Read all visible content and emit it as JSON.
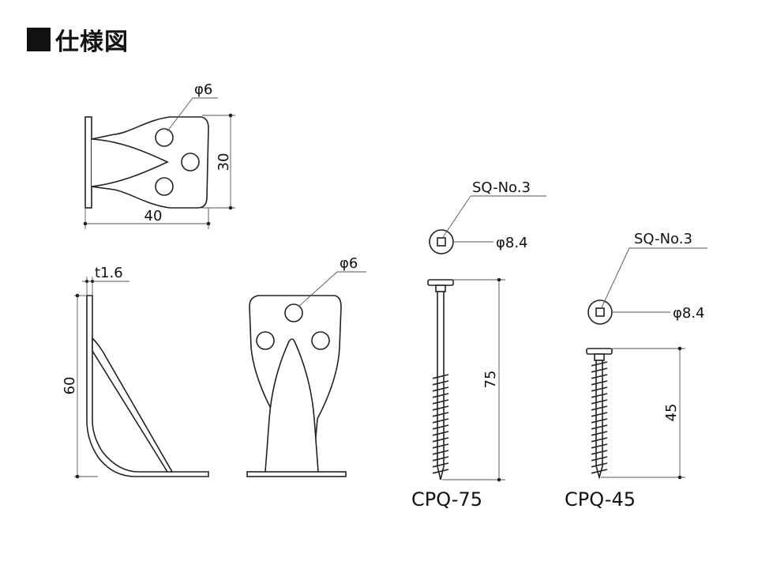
{
  "title": "仕様図",
  "bracket": {
    "top_view": {
      "hole_label": "φ6",
      "dim_height": "30",
      "dim_width": "40"
    },
    "side_view": {
      "thickness_label": "t1.6",
      "dim_height": "60"
    },
    "front_view": {
      "hole_label": "φ6"
    }
  },
  "screws": [
    {
      "name": "CPQ-75",
      "drive_label": "SQ-No.3",
      "head_diameter_label": "φ8.4",
      "length_label": "75"
    },
    {
      "name": "CPQ-45",
      "drive_label": "SQ-No.3",
      "head_diameter_label": "φ8.4",
      "length_label": "45"
    }
  ]
}
